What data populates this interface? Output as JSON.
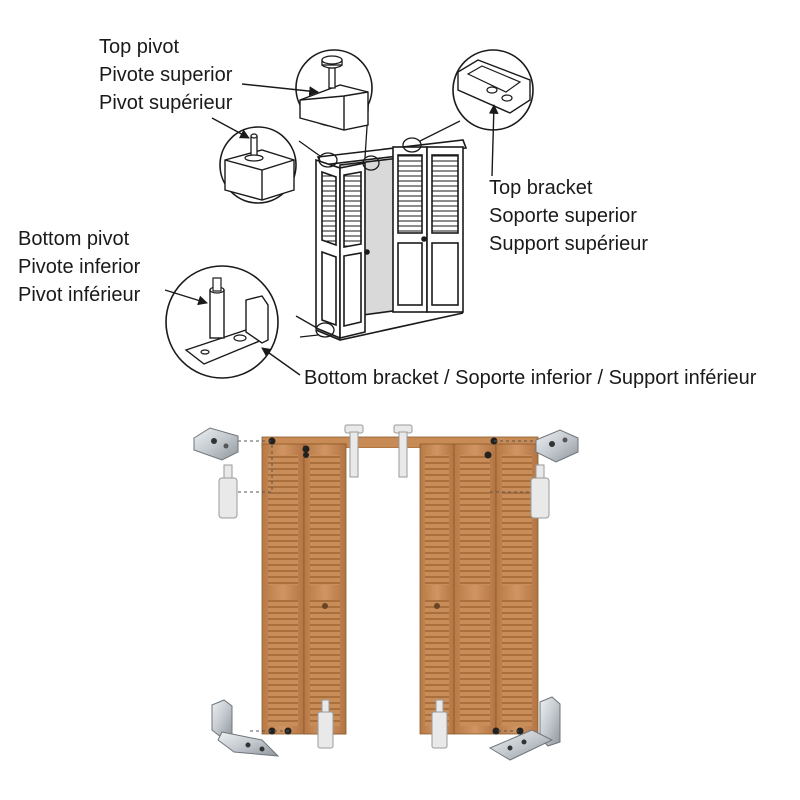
{
  "labels": {
    "top_pivot": {
      "en": "Top pivot",
      "es": "Pivote superior",
      "fr": "Pivot supérieur"
    },
    "top_bracket": {
      "en": "Top bracket",
      "es": "Soporte superior",
      "fr": "Support supérieur"
    },
    "bottom_pivot": {
      "en": "Bottom pivot",
      "es": "Pivote inferior",
      "fr": "Pivot inférieur"
    },
    "bottom_bracket": "Bottom bracket / Soporte inferior / Support inférieur"
  },
  "colors": {
    "line": "#1a1a1a",
    "wood": "#c68a55",
    "wood_dark": "#a86c3a",
    "metal": "#c9ced3",
    "metal_dark": "#8a9096",
    "nylon": "#e8e8e8"
  },
  "icons": [
    "top-pivot-detail-icon",
    "top-bracket-detail-icon",
    "bottom-pivot-detail-icon",
    "bifold-door-line-icon",
    "wood-bifold-door-icon"
  ]
}
